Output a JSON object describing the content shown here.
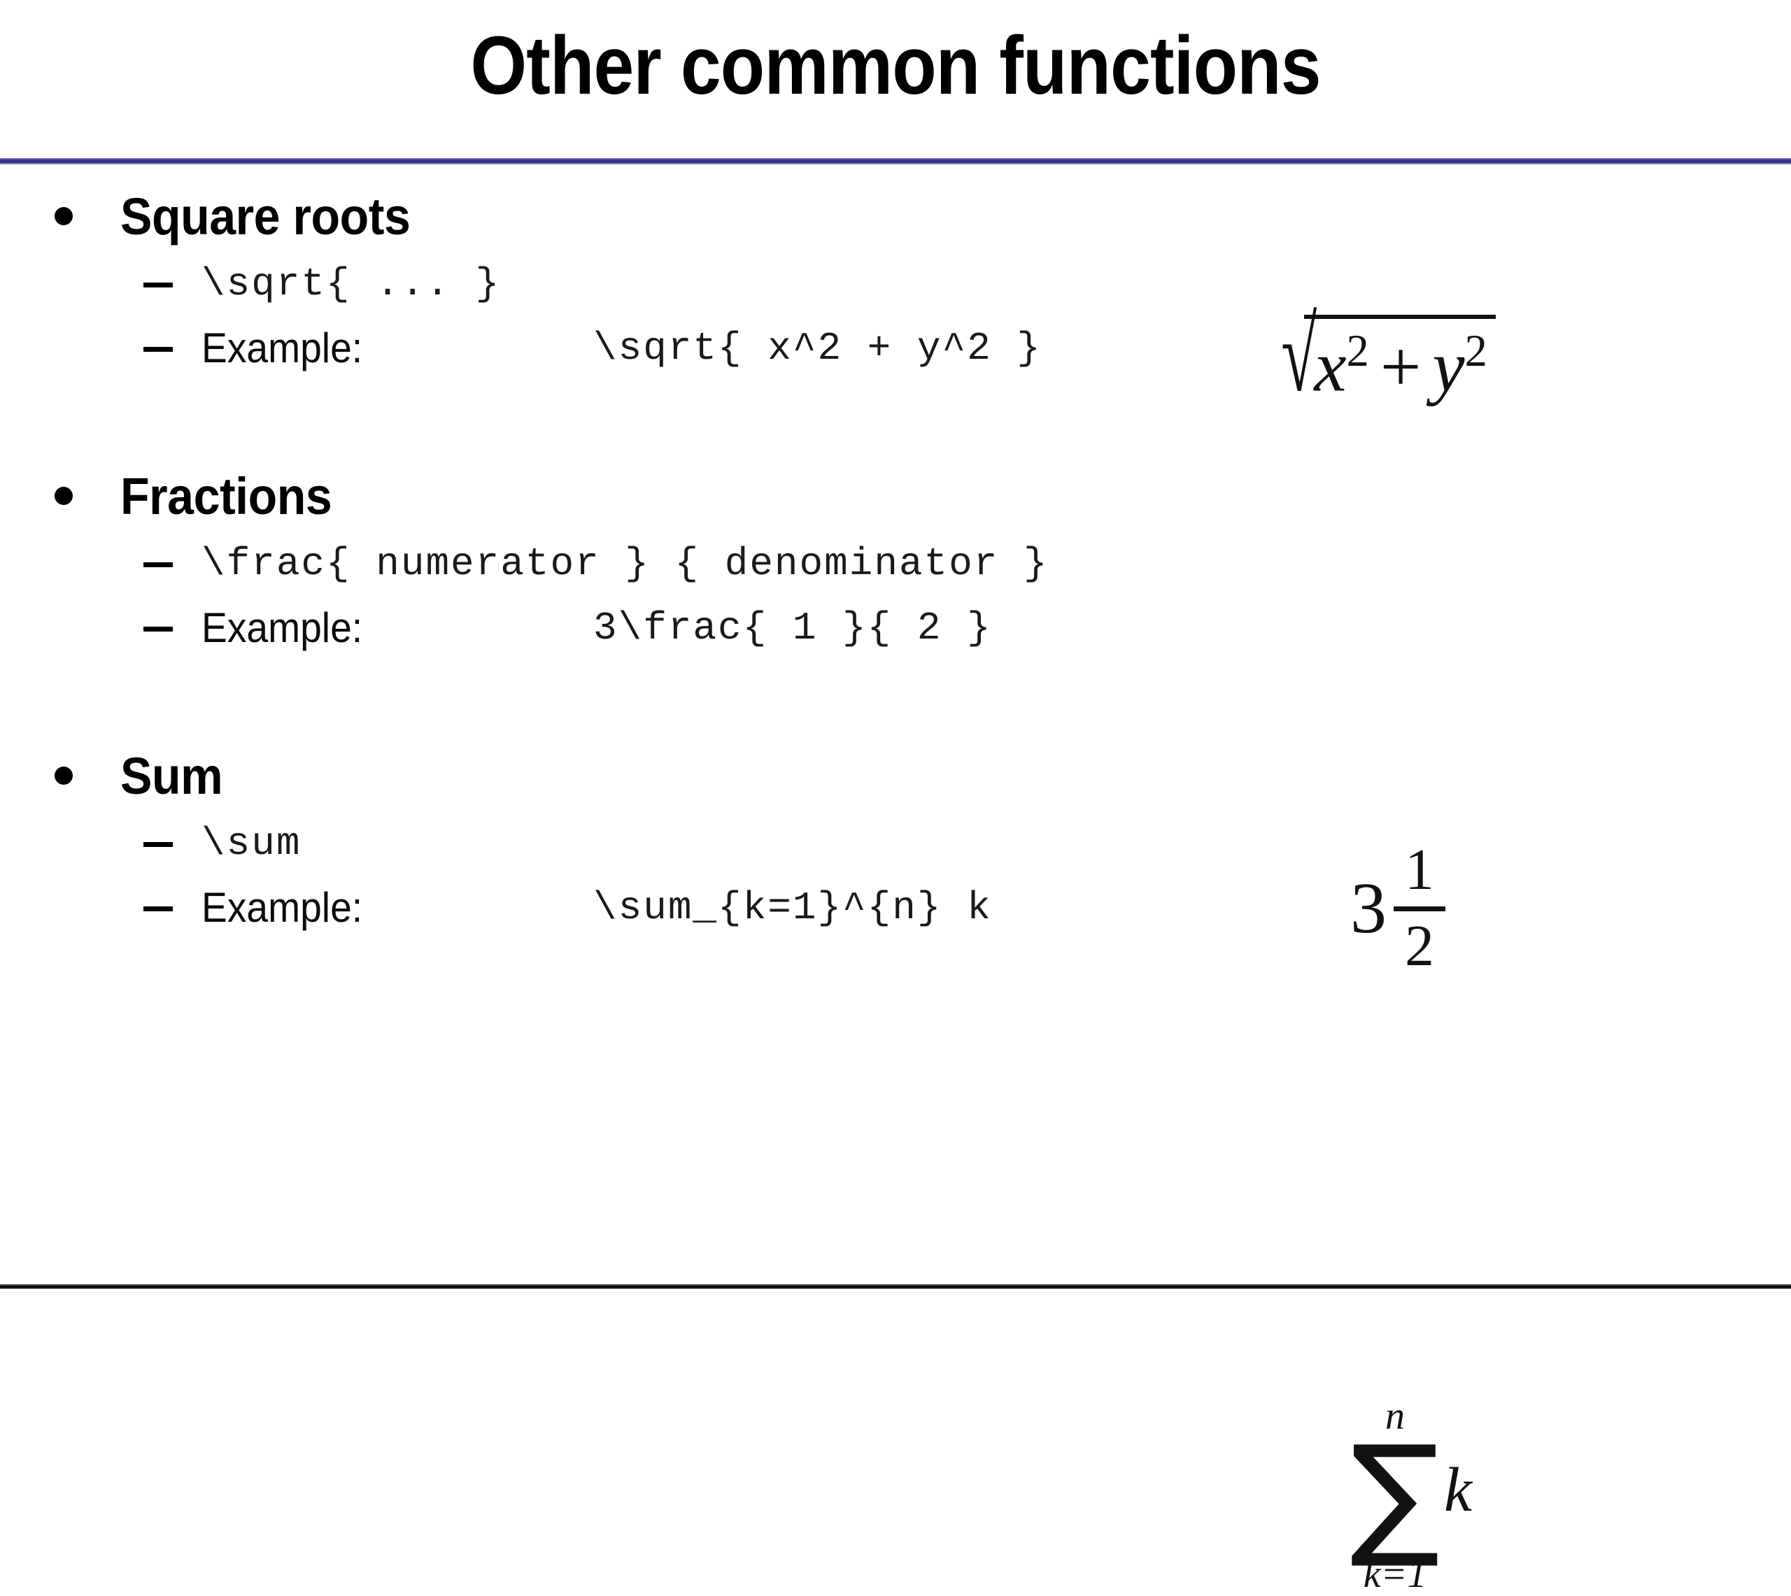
{
  "slide": {
    "title": "Other common functions",
    "accent_rule_color": "#3a3490",
    "bottom_rule_color": "#000000",
    "background_color": "#ffffff",
    "text_color": "#000000"
  },
  "sections": [
    {
      "heading": "Square roots",
      "syntax": "\\sqrt{ ... }",
      "example_label": "Example:",
      "example_code": "\\sqrt{ x^2 + y^2 }",
      "rendered": {
        "kind": "sqrt",
        "radicand": "x^2 + y^2",
        "parts": {
          "radical_glyph": "√",
          "base_1": "x",
          "exp_1": "2",
          "operator": "+",
          "base_2": "y",
          "exp_2": "2"
        }
      }
    },
    {
      "heading": "Fractions",
      "syntax": "\\frac{ numerator } { denominator }",
      "example_label": "Example:",
      "example_code": "3\\frac{ 1 }{ 2 }",
      "rendered": {
        "kind": "fraction",
        "whole": "3",
        "numerator": "1",
        "denominator": "2"
      }
    },
    {
      "heading": "Sum",
      "syntax": "\\sum",
      "example_label": "Example:",
      "example_code": "\\sum_{k=1}^{n} k",
      "rendered": {
        "kind": "summation",
        "parts": {
          "upper_limit": "n",
          "sigma_glyph": "∑",
          "lower_limit": "k=1",
          "summand": "k"
        }
      }
    }
  ]
}
